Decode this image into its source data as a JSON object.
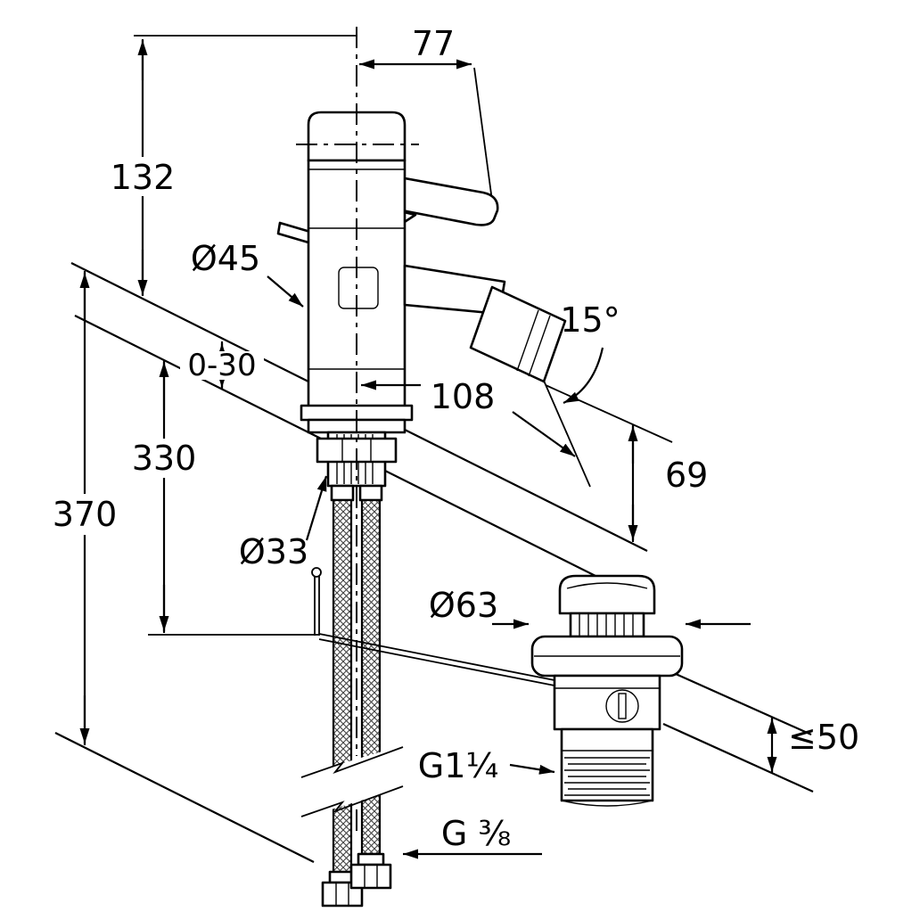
{
  "drawing": {
    "kind": "technical-dimension-drawing",
    "colors": {
      "line": "#000000",
      "background": "#ffffff"
    },
    "labels": {
      "handle_projection": "77",
      "height_above_deck": "132",
      "body_diameter": "Ø45",
      "spout_angle": "15°",
      "deck_thickness_range": "0-30",
      "spout_reach": "108",
      "depth_mid": "330",
      "depth_overall": "370",
      "outlet_to_deck": "69",
      "mounting_hole_diameter": "Ø33",
      "drain_flange_diameter": "Ø63",
      "drain_max_deck": "≤50",
      "drain_thread": "G1¼",
      "supply_thread": "G ⅜"
    }
  }
}
